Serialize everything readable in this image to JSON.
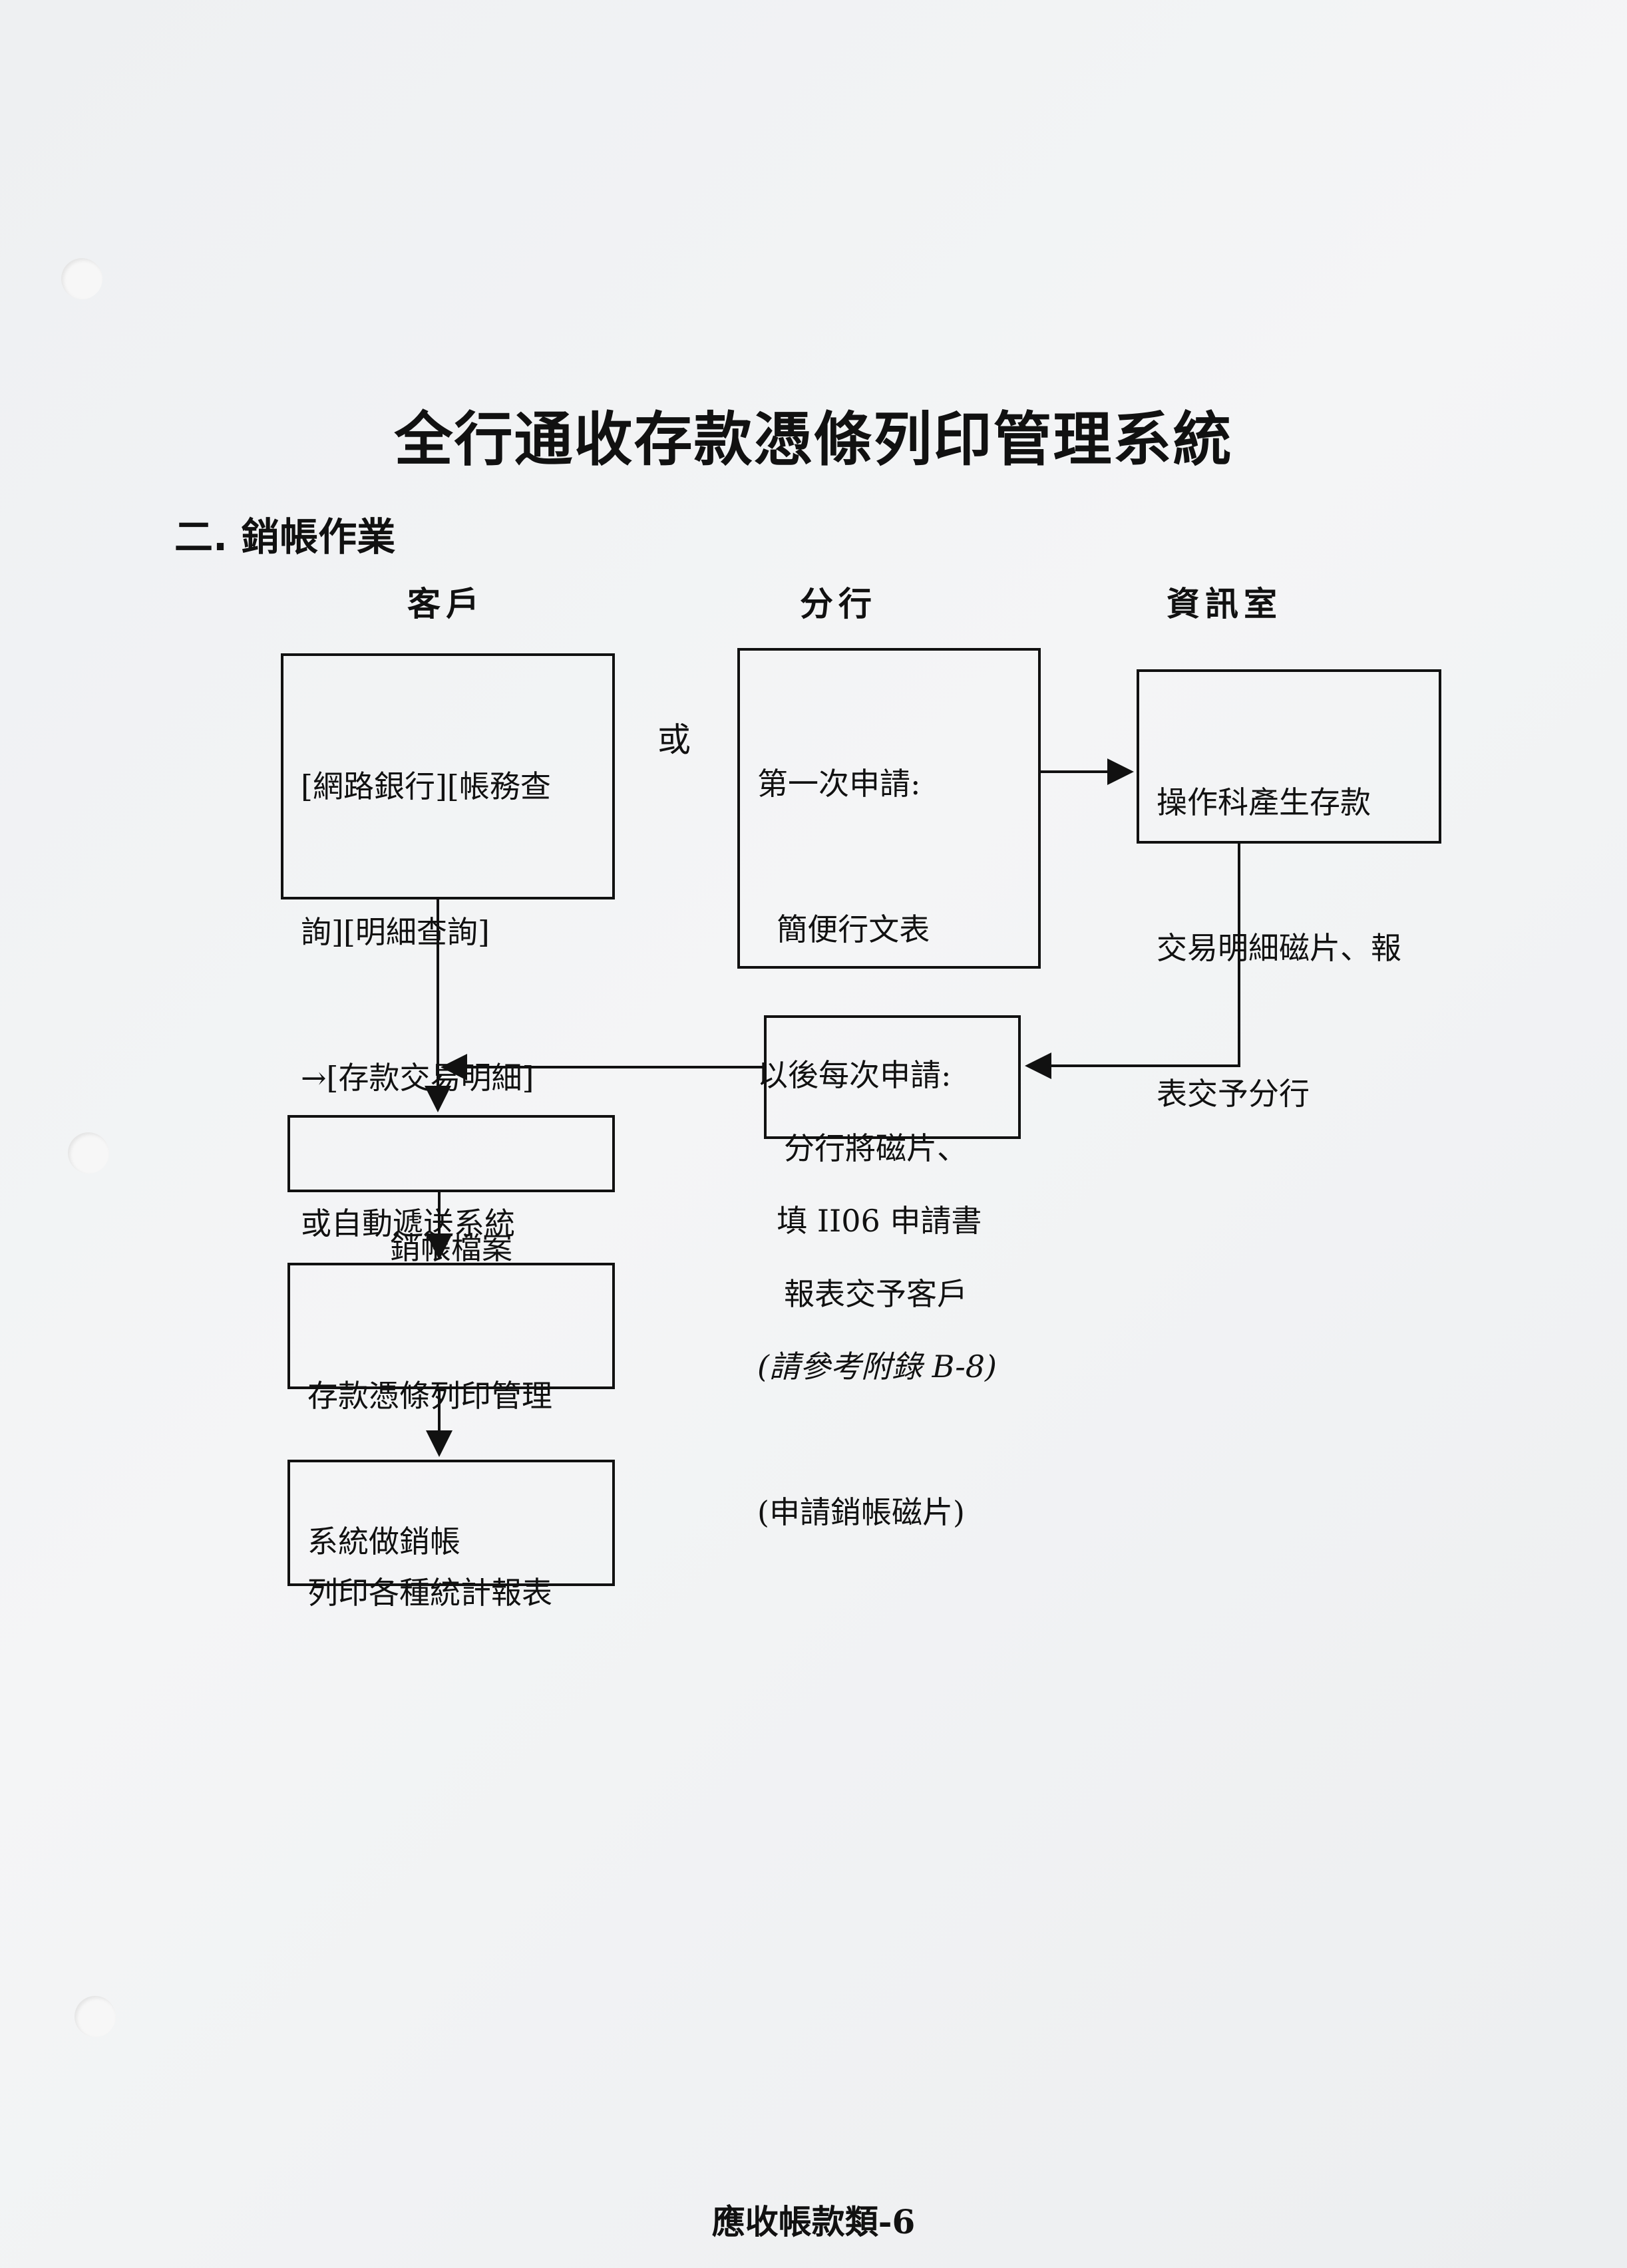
{
  "title": "全行通收存款憑條列印管理系統",
  "section": "二. 銷帳作業",
  "columns": {
    "customer": "客戶",
    "branch": "分行",
    "it": "資訊室"
  },
  "or_label": "或",
  "boxes": {
    "customer_online": [
      "[網路銀行][帳務查",
      "詢][明細查詢]",
      "→[存款交易明細]",
      "或自動遞送系統"
    ],
    "branch_apply": [
      "第一次申請:",
      "  簡便行文表",
      "以後每次申請:",
      "  填 II06 申請書",
      "(請參考附錄 B-8)",
      "(申請銷帳磁片)"
    ],
    "it_produce": [
      "操作科產生存款",
      "交易明細磁片、報",
      "表交予分行"
    ],
    "branch_deliver": [
      "分行將磁片、",
      "報表交予客戶"
    ],
    "writeoff_file": "銷帳檔案",
    "system_writeoff": [
      "存款憑條列印管理",
      "系統做銷帳"
    ],
    "print_reports": "列印各種統計報表"
  },
  "footer": "應收帳款類-6"
}
